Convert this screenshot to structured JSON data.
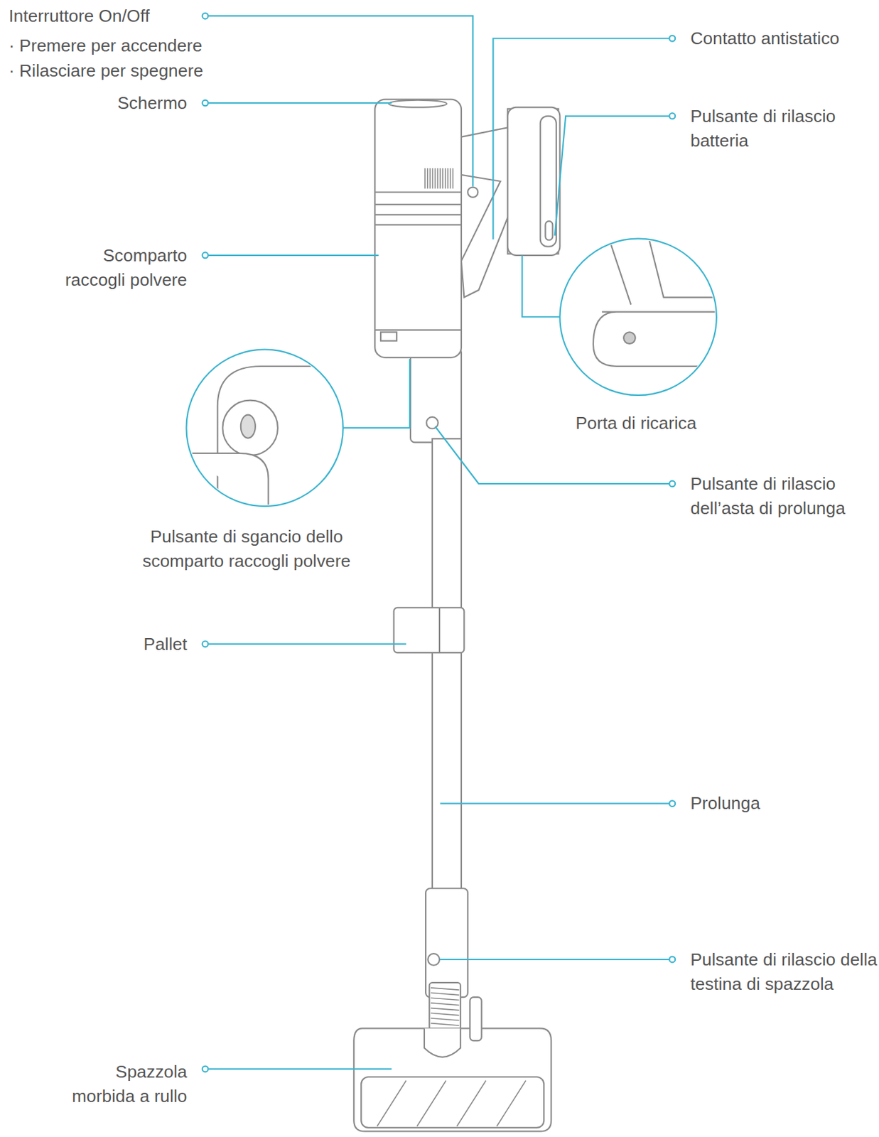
{
  "diagram": {
    "labels": [
      "Interruttore On/Off",
      "· Premere per accendere",
      "· Rilasciare per spegnere",
      "Schermo",
      "Scomparto raccogli polvere",
      "Pulsante di sgancio dello scomparto raccogli polvere",
      "Pallet",
      "Spazzola morbida a rullo",
      "Contatto antistatico",
      "Pulsante di rilascio batteria",
      "Porta di ricarica",
      "Pulsante di rilascio dell’asta di prolunga",
      "Prolunga",
      "Pulsante di rilascio della testina di spazzola"
    ]
  }
}
